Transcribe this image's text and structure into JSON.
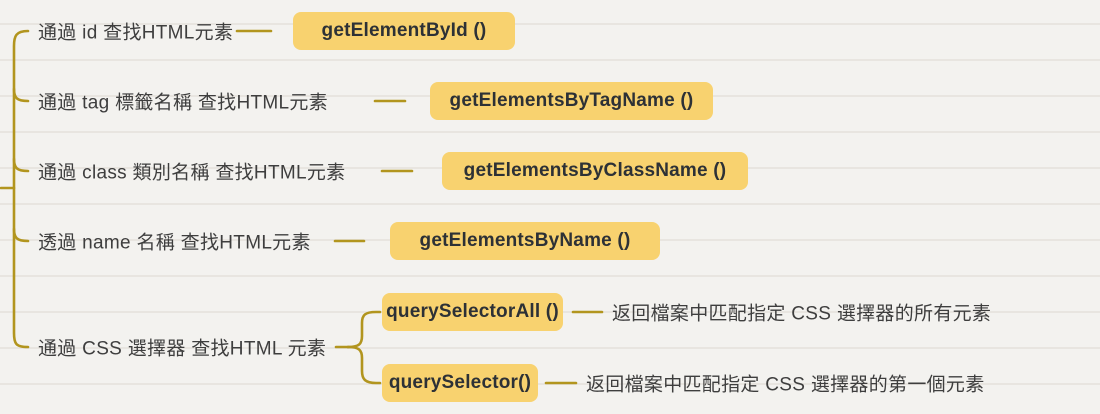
{
  "colors": {
    "paper": "#f3f2ef",
    "paper_line": "#e8e5e0",
    "line": "#b2951e",
    "highlight": "#f8d26f",
    "text": "#3e3e3e",
    "chip_text": "#2d3136"
  },
  "tree": {
    "branches": [
      {
        "label": "通過 id 查找HTML元素",
        "method": "getElementById ()"
      },
      {
        "label": "通過 tag 標籤名稱 查找HTML元素",
        "method": "getElementsByTagName ()"
      },
      {
        "label": "通過 class 類別名稱 查找HTML元素",
        "method": "getElementsByClassName ()"
      },
      {
        "label": "透過 name 名稱 查找HTML元素",
        "method": "getElementsByName ()"
      },
      {
        "label": "通過 CSS 選擇器 查找HTML 元素",
        "children": [
          {
            "method": "querySelectorAll ()",
            "description": "返回檔案中匹配指定 CSS 選擇器的所有元素"
          },
          {
            "method": "querySelector()",
            "description": "返回檔案中匹配指定 CSS 選擇器的第一個元素"
          }
        ]
      }
    ]
  }
}
